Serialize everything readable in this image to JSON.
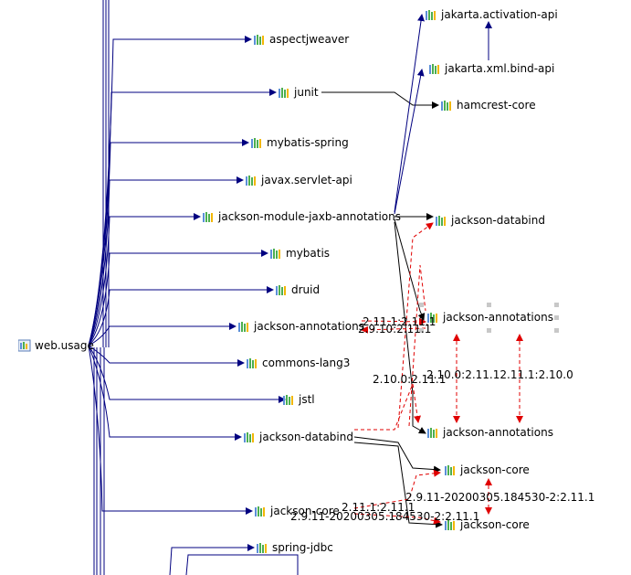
{
  "root": {
    "label": "web.usage",
    "icon": "module-icon"
  },
  "nodes": {
    "aspectjweaver": "aspectjweaver",
    "junit": "junit",
    "mybatis_spring": "mybatis-spring",
    "servlet_api": "javax.servlet-api",
    "jaxb_annotations": "jackson-module-jaxb-annotations",
    "mybatis": "mybatis",
    "druid": "druid",
    "jackson_annotations": "jackson-annotations",
    "commons_lang3": "commons-lang3",
    "jstl": "jstl",
    "jackson_databind": "jackson-databind",
    "jackson_core": "jackson-core",
    "spring_jdbc": "spring-jdbc",
    "activation_api": "jakarta.activation-api",
    "xml_bind_api": "jakarta.xml.bind-api",
    "hamcrest_core": "hamcrest-core",
    "jaxb_databind": "jackson-databind",
    "annotations_a": "jackson-annotations",
    "annotations_b": "jackson-annotations",
    "core_a": "jackson-core",
    "core_b": "jackson-core"
  },
  "conflicts": {
    "ann_v1": "2.11.1:2.11.1",
    "ann_v2": "2.9.10:2.11.1",
    "ann_v3": "2.10.0:2.11.1",
    "ann_v4": "2.10.0:2.11.12.11.1:2.10.0",
    "core_v1": "2.9.11-20200305.184530-2:2.11.1",
    "core_v2": "2.11.1:2.11.1",
    "core_v3": "2.9.11-20200305.184530-2:2.11.1"
  },
  "colors": {
    "edge": "#000080",
    "dep_edge": "#000000",
    "conflict": "#e00000",
    "icon_bars": [
      "#5b8fd8",
      "#4caf50",
      "#f2b705"
    ]
  }
}
